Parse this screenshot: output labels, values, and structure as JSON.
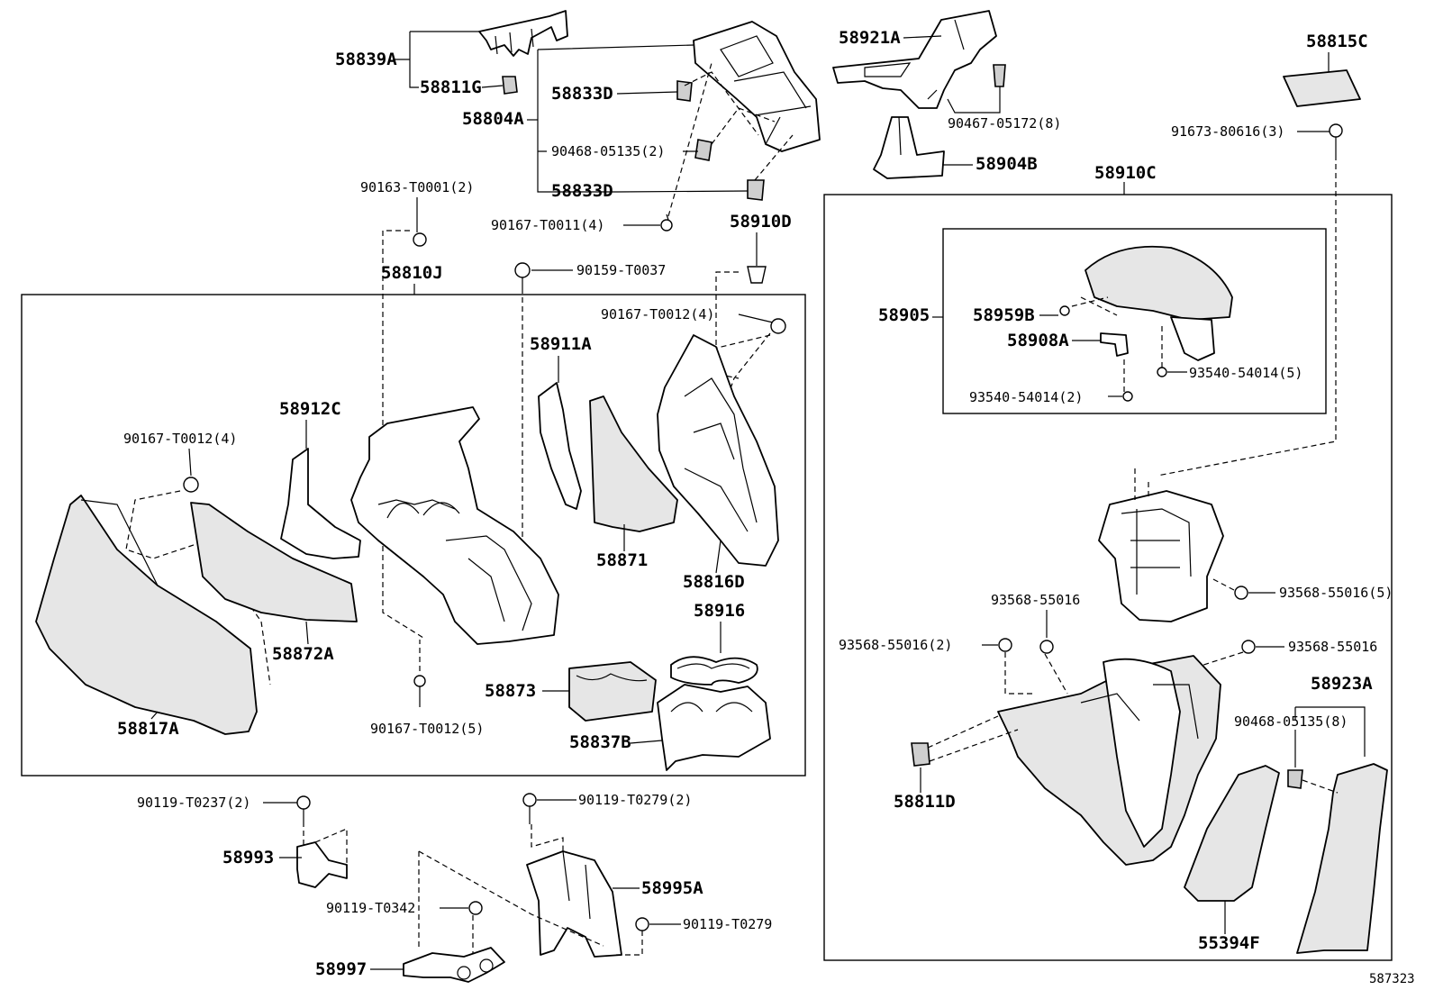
{
  "diagram_id": "587323",
  "groups": {
    "upper_box": "58810J",
    "console_box": "58910C",
    "armrest_box": "58905"
  },
  "labels": {
    "p58839A": "58839A",
    "p58811G": "58811G",
    "p58833D_1": "58833D",
    "p58804A": "58804A",
    "p90468_05135_2": "90468-05135(2)",
    "p58833D_2": "58833D",
    "p90167_T0011_4": "90167-T0011(4)",
    "p58921A": "58921A",
    "p90467_05172_8": "90467-05172(8)",
    "p58904B": "58904B",
    "p58815C": "58815C",
    "p91673_80616_3": "91673-80616(3)",
    "p58910D": "58910D",
    "p90163_T0001_2": "90163-T0001(2)",
    "p90159_T0037": "90159-T0037",
    "p90167_T0012_4_top": "90167-T0012(4)",
    "p58911A": "58911A",
    "p58912C": "58912C",
    "p90167_T0012_4_left": "90167-T0012(4)",
    "p58871": "58871",
    "p58816D": "58816D",
    "p58916": "58916",
    "p58872A": "58872A",
    "p58873": "58873",
    "p58817A": "58817A",
    "p90167_T0012_5": "90167-T0012(5)",
    "p58837B": "58837B",
    "p58959B": "58959B",
    "p58908A": "58908A",
    "p93540_54014_5": "93540-54014(5)",
    "p93540_54014_2": "93540-54014(2)",
    "p93568_55016_5": "93568-55016(5)",
    "p93568_55016": "93568-55016",
    "p93568_55016_2": "93568-55016(2)",
    "p93568_55016_right": "93568-55016",
    "p58923A": "58923A",
    "p90468_05135_8": "90468-05135(8)",
    "p58811D": "58811D",
    "p55394F": "55394F",
    "p90119_T0237_2": "90119-T0237(2)",
    "p58993": "58993",
    "p90119_T0279_2": "90119-T0279(2)",
    "p58995A": "58995A",
    "p90119_T0342": "90119-T0342",
    "p90119_T0279": "90119-T0279",
    "p58997": "58997"
  }
}
